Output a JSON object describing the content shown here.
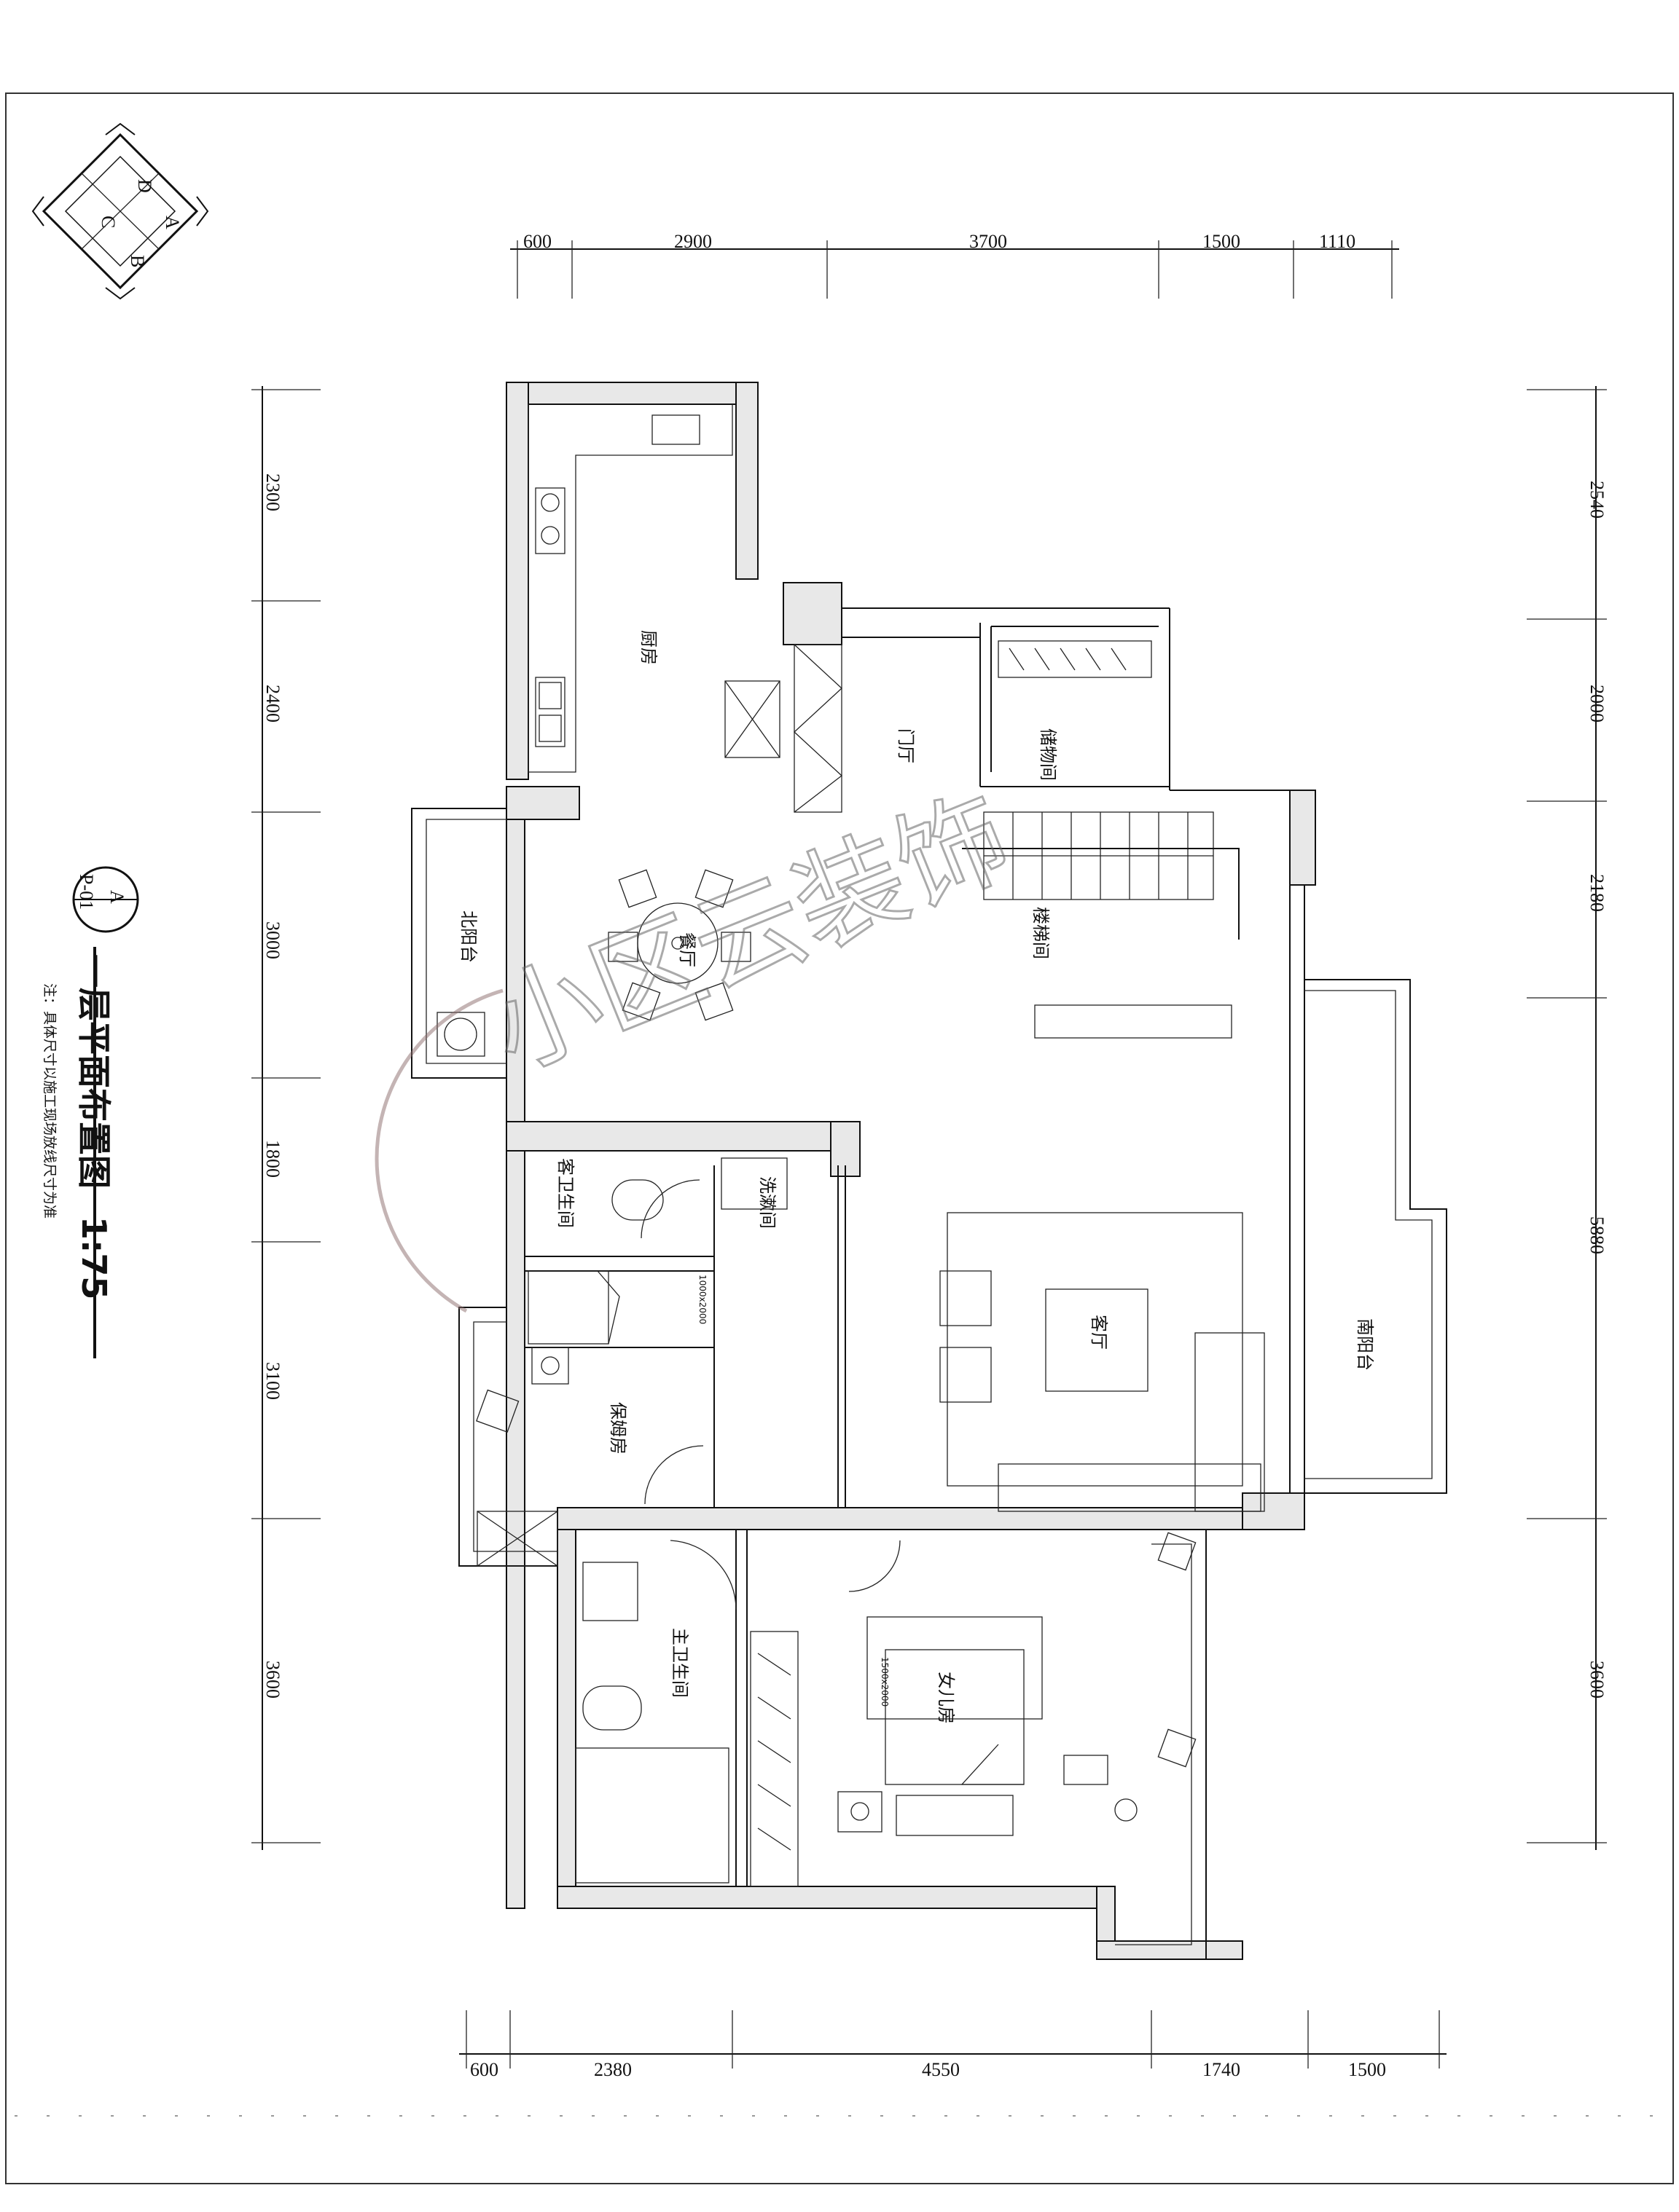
{
  "compass": {
    "labels": [
      "D",
      "A",
      "C",
      "B"
    ]
  },
  "title": {
    "main": "一层平面布置图",
    "scale": "1:75",
    "note": "注：具体尺寸以施工现场放线尺寸为准",
    "drawing_ref_top": "A",
    "drawing_ref_bottom": "P-01"
  },
  "dimensions": {
    "top": [
      "600",
      "2900",
      "3700",
      "1500",
      "1110"
    ],
    "bottom": [
      "600",
      "2380",
      "4550",
      "1740",
      "1500"
    ],
    "left": [
      "2300",
      "2400",
      "3000",
      "1800",
      "3100",
      "3600"
    ],
    "right": [
      "2540",
      "2000",
      "2180",
      "5880",
      "3600"
    ]
  },
  "rooms": {
    "kitchen": "厨房",
    "foyer": "门厅",
    "storage": "储物间",
    "dining": "餐厅",
    "north_balcony": "北阳台",
    "stairs": "楼梯间",
    "guest_bath": "客卫生间",
    "laundry": "洗漱间",
    "living": "客厅",
    "south_balcony": "南阳台",
    "nanny_room": "保姆房",
    "master_bath": "主卫生间",
    "daughter_room": "女儿房"
  },
  "bed_sizes": {
    "nanny": "1000x2000",
    "daughter": "1500x2000"
  },
  "watermark": "小区云装饰"
}
